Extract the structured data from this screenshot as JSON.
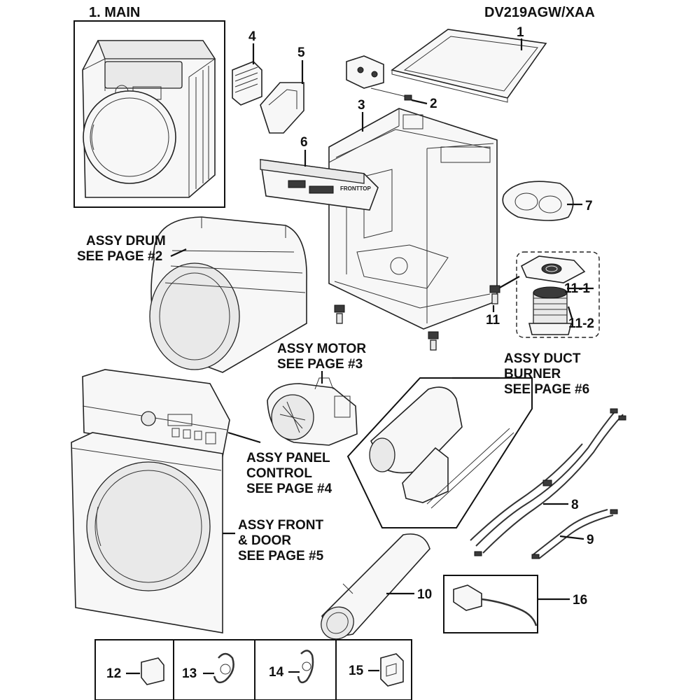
{
  "header": {
    "section_title": "1. MAIN",
    "model_number": "DV219AGW/XAA"
  },
  "callouts": {
    "c1": "1",
    "c2": "2",
    "c3": "3",
    "c4": "4",
    "c5": "5",
    "c6": "6",
    "c7": "7",
    "c8": "8",
    "c9": "9",
    "c10": "10",
    "c11": "11",
    "c11_1": "11-1",
    "c11_2": "11-2",
    "c12": "12",
    "c13": "13",
    "c14": "14",
    "c15": "15",
    "c16": "16"
  },
  "assembly_notes": {
    "drum": [
      "ASSY DRUM",
      "SEE PAGE #2"
    ],
    "motor": [
      "ASSY MOTOR",
      "SEE PAGE #3"
    ],
    "duct_burner": [
      "ASSY DUCT",
      "BURNER",
      "SEE PAGE #6"
    ],
    "panel_control": [
      "ASSY PANEL",
      "CONTROL",
      "SEE PAGE #4"
    ],
    "front_door": [
      "ASSY FRONT",
      "& DOOR",
      "SEE PAGE #5"
    ]
  },
  "appliance_labels": {
    "brand_plate": "FRONTTOP"
  }
}
